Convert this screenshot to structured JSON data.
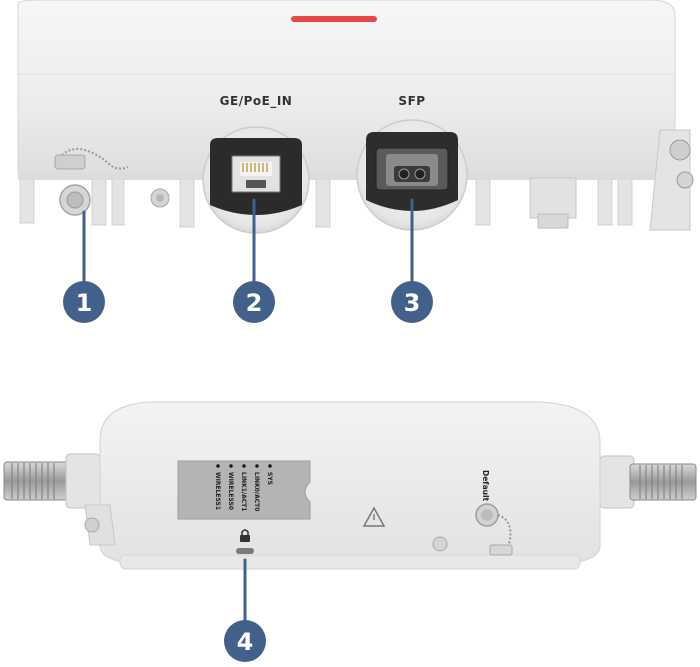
{
  "top_view": {
    "port_labels": {
      "ge_poe_in": "GE/PoE_IN",
      "sfp": "SFP"
    }
  },
  "bottom_view": {
    "led_labels": [
      "SYS",
      "LINK0/ACT0",
      "LINK1/ACT1",
      "WIRELESS0",
      "WIRELESS1"
    ],
    "default_label": "Default"
  },
  "callouts": [
    {
      "number": "1"
    },
    {
      "number": "2"
    },
    {
      "number": "3"
    },
    {
      "number": "4"
    }
  ],
  "colors": {
    "callout": "#41618a",
    "leader": "#41618a",
    "status_bar": "#e8474a",
    "body": "#ececec",
    "label_plate": "#b4b4b4"
  }
}
